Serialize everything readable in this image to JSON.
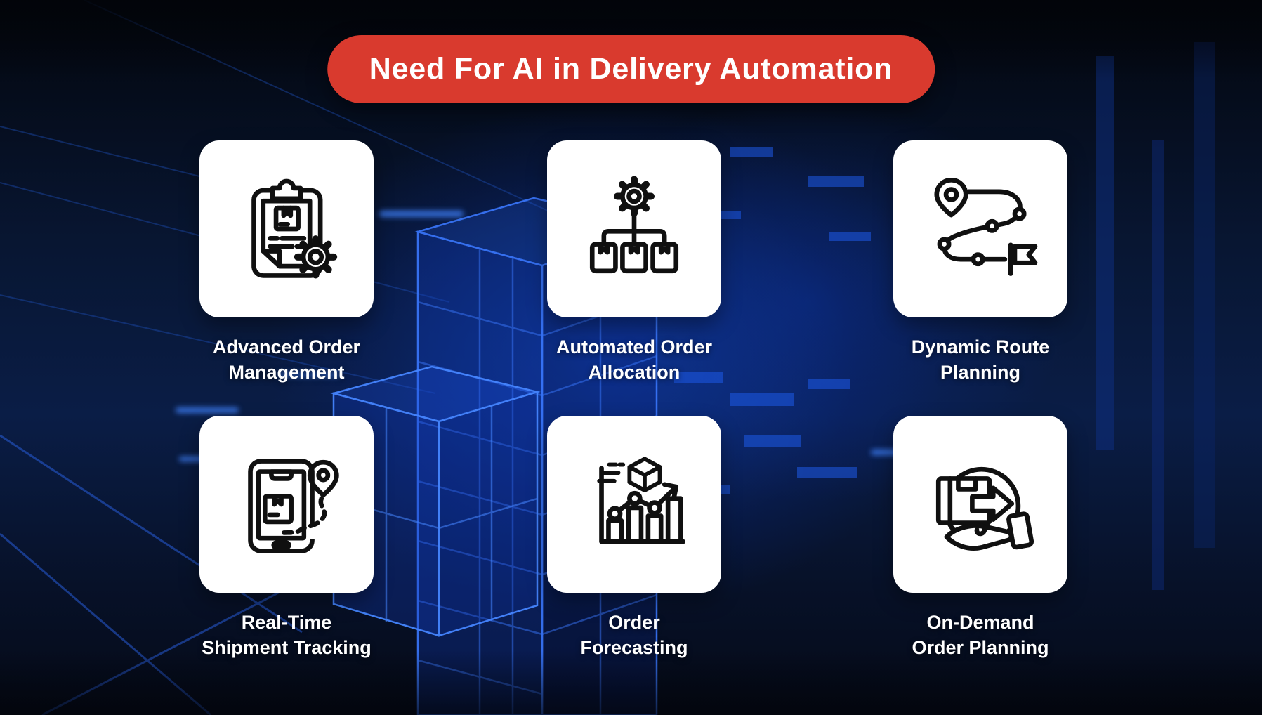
{
  "banner": {
    "title": "Need For AI in Delivery Automation",
    "color": "#d93a2e",
    "text_color": "#ffffff"
  },
  "palette": {
    "background_base": "#071128",
    "background_glow_blue": "#1248d2",
    "wireframe_blue": "#3a78ff",
    "card_background": "#ffffff",
    "icon_stroke": "#101010",
    "label_text": "#ffffff"
  },
  "cards": [
    {
      "line1": "Advanced Order",
      "line2": "Management",
      "icon": "clipboard-order-gear-icon"
    },
    {
      "line1": "Automated Order",
      "line2": "Allocation",
      "icon": "gear-distribution-boxes-icon"
    },
    {
      "line1": "Dynamic Route",
      "line2": "Planning",
      "icon": "route-pin-flag-icon"
    },
    {
      "line1": "Real-Time",
      "line2": "Shipment Tracking",
      "icon": "phone-shipment-tracking-icon"
    },
    {
      "line1": "Order",
      "line2": "Forecasting",
      "icon": "forecast-chart-cube-icon"
    },
    {
      "line1": "On-Demand",
      "line2": "Order Planning",
      "icon": "hand-box-cycle-icon"
    }
  ]
}
